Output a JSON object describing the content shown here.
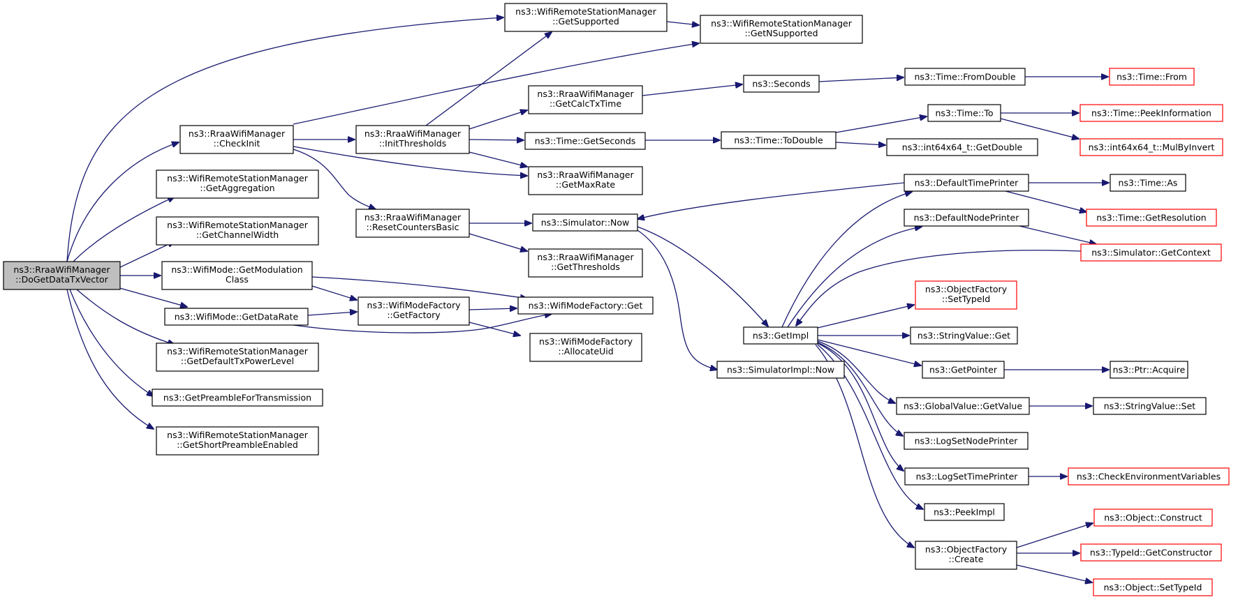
{
  "colors": {
    "edge": "#191970",
    "root_fill": "#bfbfbf",
    "missing_border": "#ff0000",
    "node_border": "#000000"
  },
  "nodes": {
    "root": [
      "ns3::RraaWifiManager",
      "::DoGetDataTxVector"
    ],
    "checkinit": [
      "ns3::RraaWifiManager",
      "::CheckInit"
    ],
    "getagg": [
      "ns3::WifiRemoteStationManager",
      "::GetAggregation"
    ],
    "getchw": [
      "ns3::WifiRemoteStationManager",
      "::GetChannelWidth"
    ],
    "modclass": [
      "ns3::WifiMode::GetModulation",
      "Class"
    ],
    "datarate": [
      "ns3::WifiMode::GetDataRate"
    ],
    "txpower": [
      "ns3::WifiRemoteStationManager",
      "::GetDefaultTxPowerLevel"
    ],
    "preamble": [
      "ns3::GetPreambleForTransmission"
    ],
    "shortpre": [
      "ns3::WifiRemoteStationManager",
      "::GetShortPreambleEnabled"
    ],
    "getsupp": [
      "ns3::WifiRemoteStationManager",
      "::GetSupported"
    ],
    "getnsupp": [
      "ns3::WifiRemoteStationManager",
      "::GetNSupported"
    ],
    "initthr": [
      "ns3::RraaWifiManager",
      "::InitThresholds"
    ],
    "resetcnt": [
      "ns3::RraaWifiManager",
      "::ResetCountersBasic"
    ],
    "getfactory": [
      "ns3::WifiModeFactory",
      "::GetFactory"
    ],
    "calctx": [
      "ns3::RraaWifiManager",
      "::GetCalcTxTime"
    ],
    "getsec": [
      "ns3::Time::GetSeconds"
    ],
    "maxrate": [
      "ns3::RraaWifiManager",
      "::GetMaxRate"
    ],
    "simnow": [
      "ns3::Simulator::Now"
    ],
    "getthr": [
      "ns3::RraaWifiManager",
      "::GetThresholds"
    ],
    "wmfget": [
      "ns3::WifiModeFactory::Get"
    ],
    "alloc": [
      "ns3::WifiModeFactory",
      "::AllocateUid"
    ],
    "seconds": [
      "ns3::Seconds"
    ],
    "todouble": [
      "ns3::Time::ToDouble"
    ],
    "getimpl": [
      "ns3::GetImpl"
    ],
    "implnow": [
      "ns3::SimulatorImpl::Now"
    ],
    "fromdouble": [
      "ns3::Time::FromDouble"
    ],
    "to": [
      "ns3::Time::To"
    ],
    "getdouble": [
      "ns3::int64x64_t::GetDouble"
    ],
    "dtp": [
      "ns3::DefaultTimePrinter"
    ],
    "dnp": [
      "ns3::DefaultNodePrinter"
    ],
    "settypeid": [
      "ns3::ObjectFactory",
      "::SetTypeId"
    ],
    "svget": [
      "ns3::StringValue::Get"
    ],
    "getptr": [
      "ns3::GetPointer"
    ],
    "gvget": [
      "ns3::GlobalValue::GetValue"
    ],
    "lsnp": [
      "ns3::LogSetNodePrinter"
    ],
    "lstp": [
      "ns3::LogSetTimePrinter"
    ],
    "peekimpl": [
      "ns3::PeekImpl"
    ],
    "ofcreate": [
      "ns3::ObjectFactory",
      "::Create"
    ],
    "from": [
      "ns3::Time::From"
    ],
    "peekinfo": [
      "ns3::Time::PeekInformation"
    ],
    "mulbyinv": [
      "ns3::int64x64_t::MulByInvert"
    ],
    "as": [
      "ns3::Time::As"
    ],
    "getres": [
      "ns3::Time::GetResolution"
    ],
    "getctx": [
      "ns3::Simulator::GetContext"
    ],
    "ptracq": [
      "ns3::Ptr::Acquire"
    ],
    "svset": [
      "ns3::StringValue::Set"
    ],
    "chkenv": [
      "ns3::CheckEnvironmentVariables"
    ],
    "objconst": [
      "ns3::Object::Construct"
    ],
    "getctor": [
      "ns3::TypeId::GetConstructor"
    ],
    "objsettid": [
      "ns3::Object::SetTypeId"
    ]
  }
}
